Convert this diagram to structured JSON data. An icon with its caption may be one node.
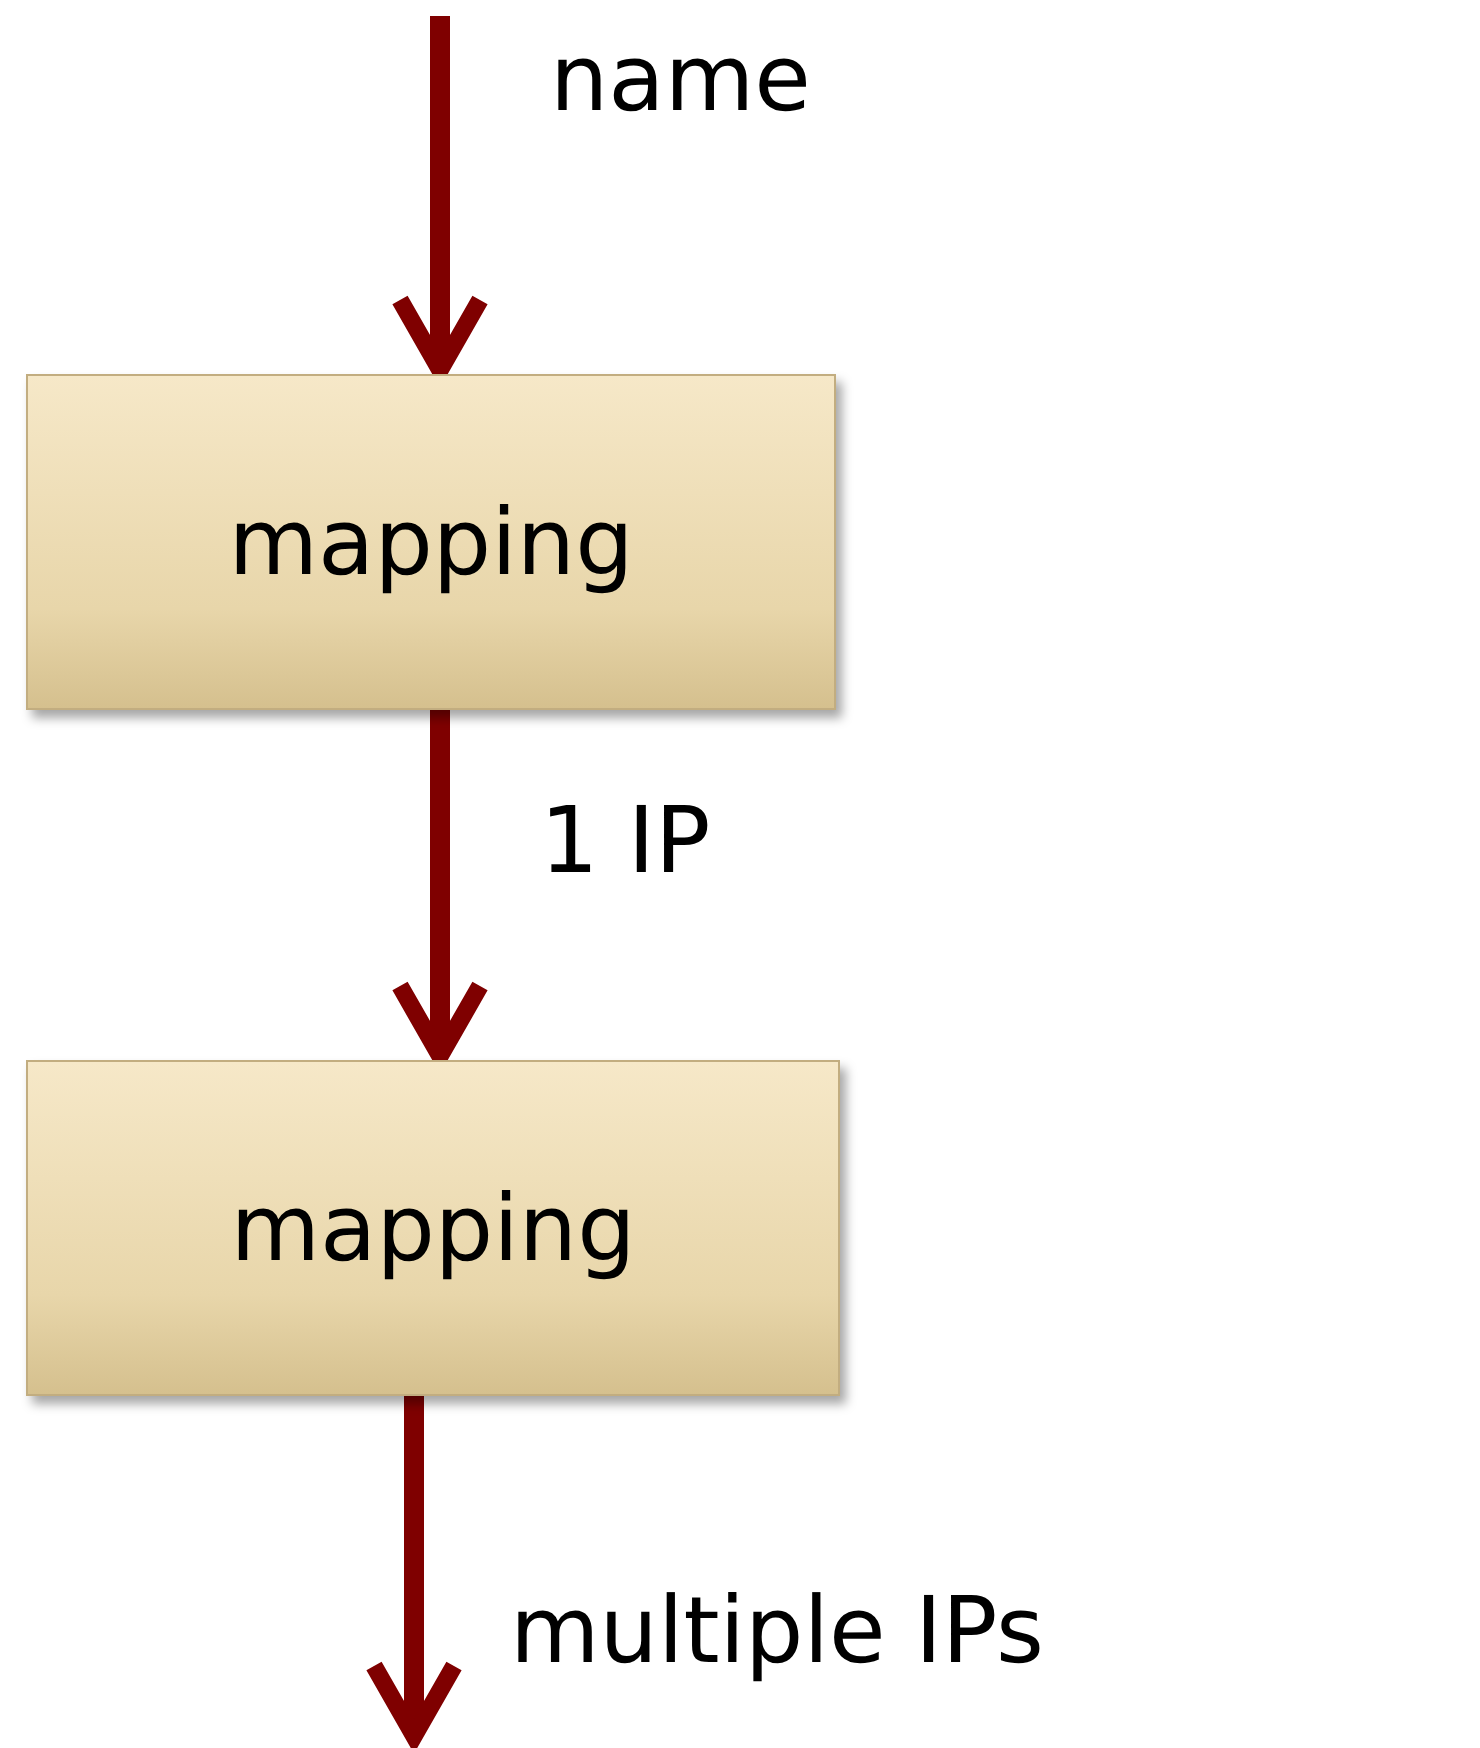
{
  "diagram": {
    "nodes": [
      {
        "text": [
          "mapping"
        ]
      },
      {
        "text": [
          "mapping"
        ]
      }
    ],
    "edges": [
      {
        "from": null,
        "to": 0,
        "arrow": "to",
        "label": "name"
      },
      {
        "from": 0,
        "to": 1,
        "arrow": "to",
        "label": "1 IP"
      },
      {
        "from": 1,
        "to": null,
        "arrow": "to",
        "label": "multiple IPs"
      }
    ]
  }
}
